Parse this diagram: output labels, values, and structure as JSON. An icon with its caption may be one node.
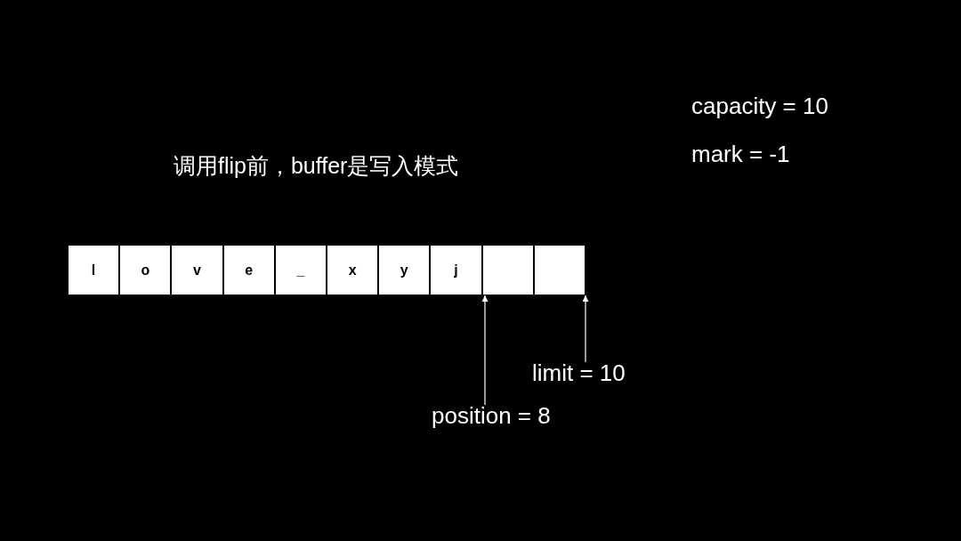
{
  "diagram": {
    "title": "调用flip前，buffer是写入模式",
    "nodes": [
      {
        "text": [
          "l"
        ]
      },
      {
        "text": [
          "o"
        ]
      },
      {
        "text": [
          "v"
        ]
      },
      {
        "text": [
          "e"
        ]
      },
      {
        "text": [
          "_"
        ]
      },
      {
        "text": [
          "x"
        ]
      },
      {
        "text": [
          "y"
        ]
      },
      {
        "text": [
          "j"
        ]
      },
      {
        "text": [],
        "shape": "box"
      },
      {
        "text": [],
        "shape": "box"
      },
      {
        "text": [
          "limit = 10"
        ]
      },
      {
        "text": [
          "position = 8"
        ]
      }
    ],
    "edges": [
      {
        "from": 10,
        "to": 9,
        "arrow": "to"
      },
      {
        "from": 11,
        "to": 8,
        "arrow": "to"
      }
    ],
    "labels": [
      "capacity = 10",
      "mark = -1"
    ]
  }
}
